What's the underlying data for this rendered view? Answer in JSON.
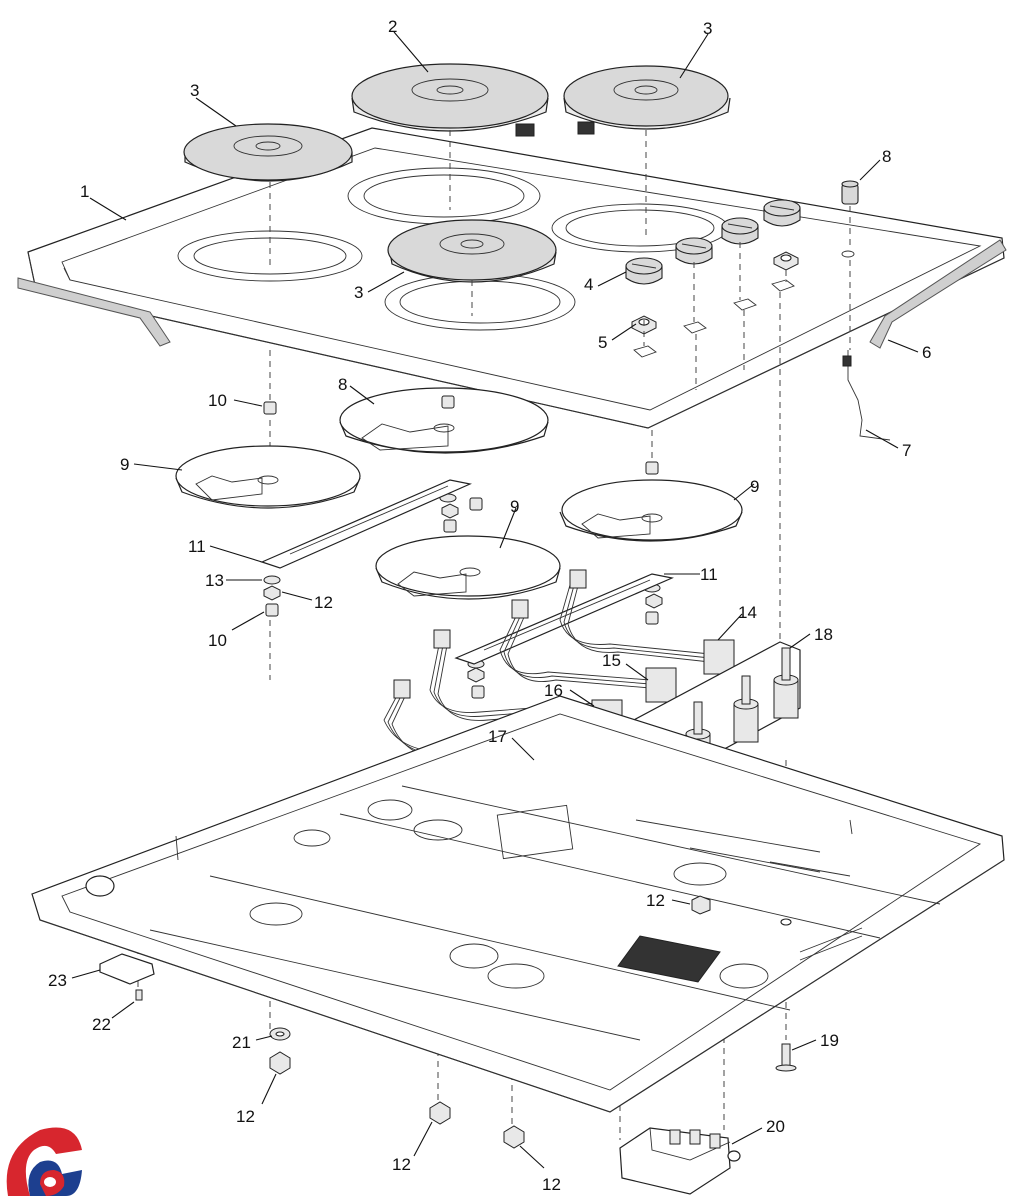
{
  "callouts": [
    {
      "id": "c1",
      "label": "1"
    },
    {
      "id": "c2",
      "label": "2"
    },
    {
      "id": "c3a",
      "label": "3"
    },
    {
      "id": "c3b",
      "label": "3"
    },
    {
      "id": "c3c",
      "label": "3"
    },
    {
      "id": "c4",
      "label": "4"
    },
    {
      "id": "c5",
      "label": "5"
    },
    {
      "id": "c6",
      "label": "6"
    },
    {
      "id": "c7",
      "label": "7"
    },
    {
      "id": "c8a",
      "label": "8"
    },
    {
      "id": "c8b",
      "label": "8"
    },
    {
      "id": "c9a",
      "label": "9"
    },
    {
      "id": "c9b",
      "label": "9"
    },
    {
      "id": "c9c",
      "label": "9"
    },
    {
      "id": "c10a",
      "label": "10"
    },
    {
      "id": "c10b",
      "label": "10"
    },
    {
      "id": "c11a",
      "label": "11"
    },
    {
      "id": "c11b",
      "label": "11"
    },
    {
      "id": "c12a",
      "label": "12"
    },
    {
      "id": "c12b",
      "label": "12"
    },
    {
      "id": "c12c",
      "label": "12"
    },
    {
      "id": "c12d",
      "label": "12"
    },
    {
      "id": "c12e",
      "label": "12"
    },
    {
      "id": "c13",
      "label": "13"
    },
    {
      "id": "c14",
      "label": "14"
    },
    {
      "id": "c15",
      "label": "15"
    },
    {
      "id": "c16",
      "label": "16"
    },
    {
      "id": "c17",
      "label": "17"
    },
    {
      "id": "c18",
      "label": "18"
    },
    {
      "id": "c19",
      "label": "19"
    },
    {
      "id": "c20",
      "label": "20"
    },
    {
      "id": "c21",
      "label": "21"
    },
    {
      "id": "c22",
      "label": "22"
    },
    {
      "id": "c23",
      "label": "23"
    }
  ],
  "logo": {
    "name": "brand-logo",
    "colors": {
      "red": "#d7262e",
      "blue": "#1d3f8f"
    }
  }
}
